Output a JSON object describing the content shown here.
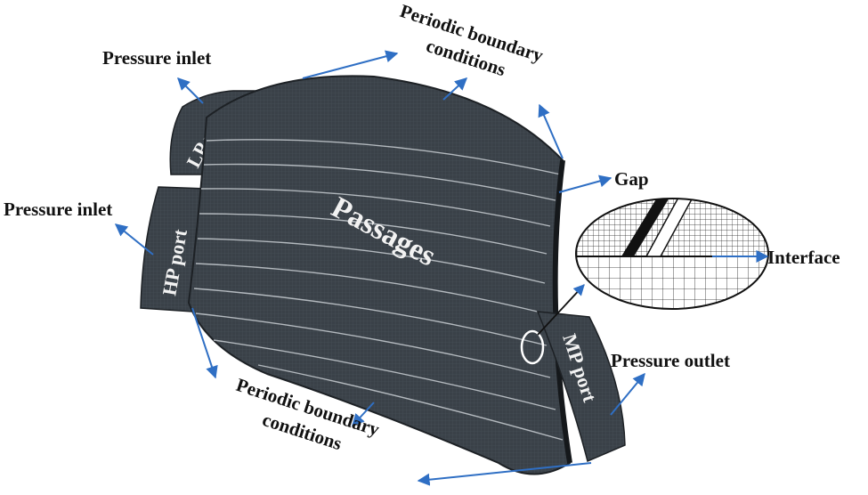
{
  "labels": {
    "pressure_inlet_top": "Pressure inlet",
    "pressure_inlet_left": "Pressure inlet",
    "periodic_top_line1": "Periodic boundary",
    "periodic_top_line2": "conditions",
    "periodic_bottom_line1": "Periodic boundary",
    "periodic_bottom_line2": "conditions",
    "gap": "Gap",
    "interface": "Interface",
    "pressure_outlet": "Pressure outlet",
    "passages": "Passages",
    "lp_port": "LP port",
    "hp_port": "HP port",
    "mp_port": "MP port"
  },
  "colors": {
    "arrow": "#2f6fc4",
    "mesh_body": "#3a4148",
    "mesh_dark": "#23282d",
    "text": "#111111"
  }
}
